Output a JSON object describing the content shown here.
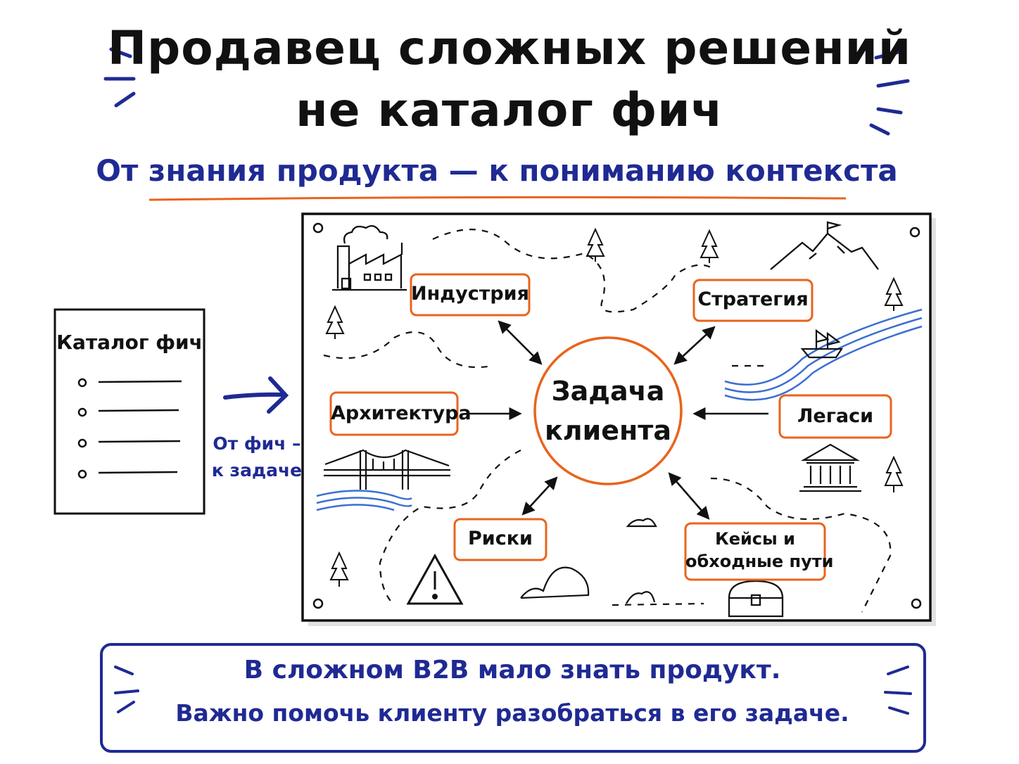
{
  "header": {
    "title_line1": "Продавец сложных решений",
    "title_line2": "не каталог фич",
    "subtitle": "От знания продукта — к пониманию контекста"
  },
  "catalog": {
    "title": "Каталог фич",
    "items_count_shown": 4
  },
  "transition": {
    "label_line1": "От фич –",
    "label_line2": "к задаче"
  },
  "center": {
    "line1": "Задача",
    "line2": "клиента"
  },
  "nodes": {
    "industry": "Индустрия",
    "strategy": "Стратегия",
    "architecture": "Архитектура",
    "legacy": "Легаси",
    "risks": "Риски",
    "cases_line1": "Кейсы и",
    "cases_line2": "обходные пути"
  },
  "footer": {
    "line1": "В сложном B2B  мало знать продукт.",
    "line2": "Важно помочь клиенту разобраться в его задаче."
  },
  "colors": {
    "accent_orange": "#e8641c",
    "accent_blue": "#1f2a93",
    "river_blue": "#3b6fd1",
    "ink": "#111111"
  },
  "icons": [
    "factory-icon",
    "mountain-flag-icon",
    "tree-icon",
    "ship-icon",
    "bridge-icon",
    "temple-icon",
    "warning-icon",
    "rocks-icon",
    "treasure-chest-icon",
    "pin-icon"
  ]
}
